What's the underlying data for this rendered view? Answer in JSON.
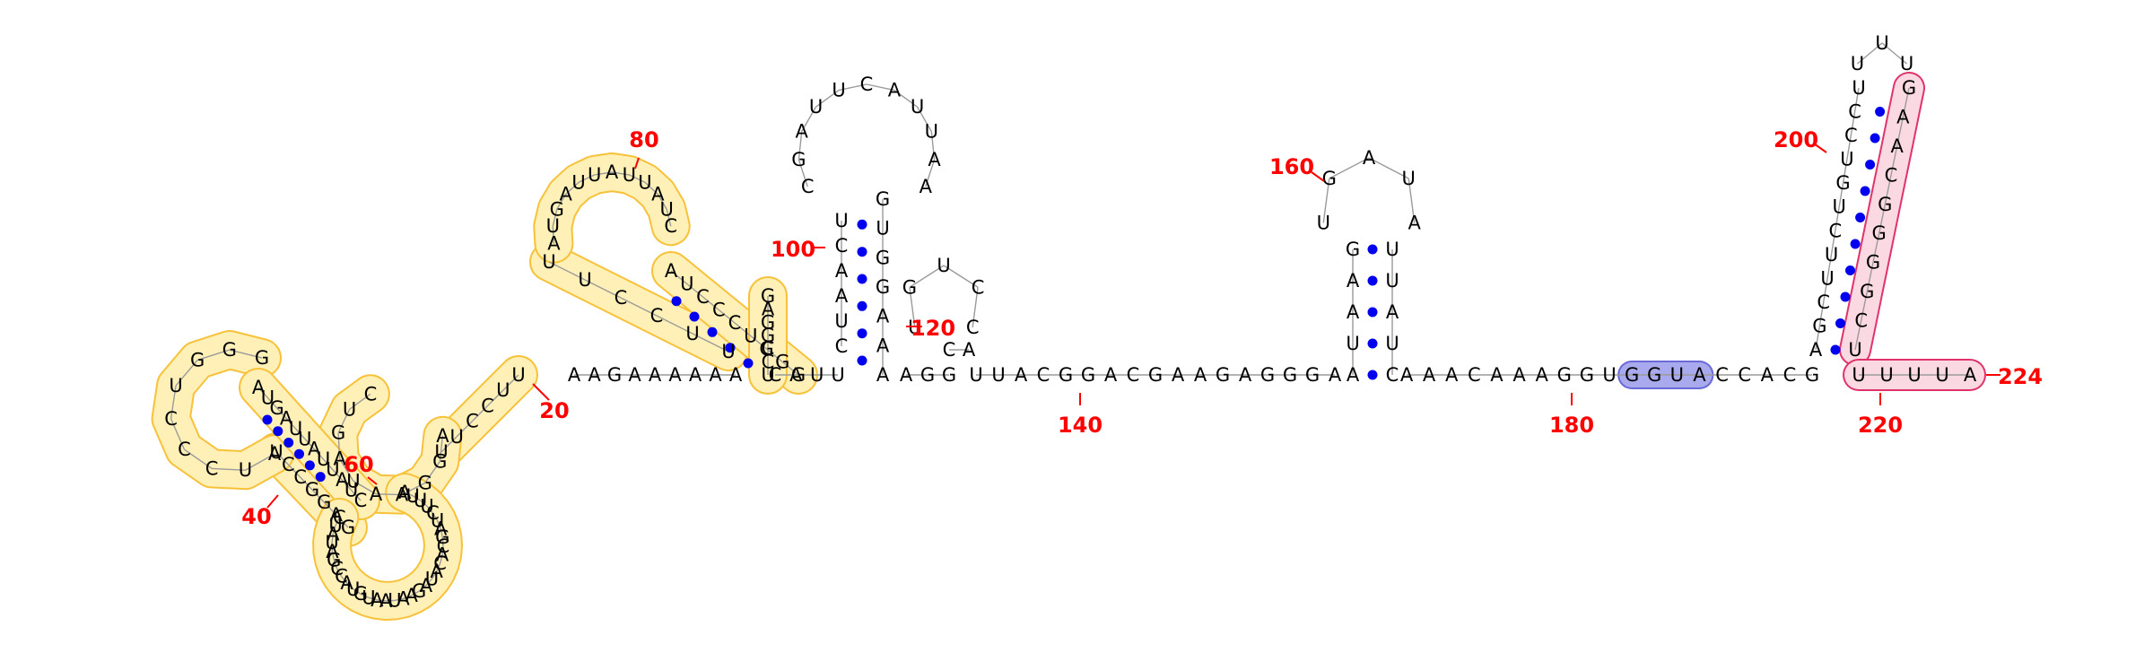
{
  "colors": {
    "background": "#ffffff",
    "nucleotide": "#000000",
    "backbone": "#9a9a9a",
    "pair_dot": "#0000ee",
    "number": "#ff0000",
    "highlight_yellow": "#fff0b8",
    "highlight_yellow_stroke": "#f7c23a",
    "highlight_pink": "#fbd9e2",
    "highlight_pink_stroke": "#e0336d",
    "highlight_blue": "#a9a9ee",
    "highlight_blue_stroke": "#6a6ad8"
  },
  "strands": [
    {
      "id": "tail5",
      "seq": "AAGAAAAAA"
    },
    {
      "id": "y1",
      "seq": "UUCCUU"
    },
    {
      "id": "y2",
      "seq": "AGGAAUAGUC"
    },
    {
      "id": "y3",
      "seq": "GAGGCCU"
    },
    {
      "id": "y4",
      "seq": "AUCCCUGGG"
    },
    {
      "id": "y5",
      "seq": "AUGAUUAUUAUC"
    },
    {
      "id": "y6",
      "seq": "AUUUCUAGCACAUAGAAUAAUGUACCGAUAUC"
    },
    {
      "id": "cau",
      "seq": "CAUU"
    },
    {
      "id": "h1_left",
      "seq": "CUAACU"
    },
    {
      "id": "h1_loop",
      "seq": "CGAUUCAUUAA"
    },
    {
      "id": "h1_right",
      "seq": "GUGGAAA"
    },
    {
      "id": "h2_a",
      "seq": "AGG"
    },
    {
      "id": "h2_loop",
      "seq": "UGUCC"
    },
    {
      "id": "h2_b",
      "seq": "AC"
    },
    {
      "id": "mid1",
      "seq": "UUACGGACGAAGAGGGA"
    },
    {
      "id": "h3_left",
      "seq": "AUAAG"
    },
    {
      "id": "h3_loop",
      "seq": "UGAUA"
    },
    {
      "id": "h3_right",
      "seq": "UUAUC"
    },
    {
      "id": "mid2",
      "seq": "AAACAAAGGUGGUACCACG"
    },
    {
      "id": "h4_left",
      "seq": "AGCUUCUGUCCU"
    },
    {
      "id": "h4_loop",
      "seq": "UUU"
    },
    {
      "id": "h4_right",
      "seq": "GAACGGGGCU"
    },
    {
      "id": "tail3",
      "seq": "UUUUA"
    }
  ],
  "numbers": [
    {
      "id": "n20",
      "text": "20"
    },
    {
      "id": "n40",
      "text": "40"
    },
    {
      "id": "n60",
      "text": "60"
    },
    {
      "id": "n80",
      "text": "80"
    },
    {
      "id": "n100",
      "text": "100"
    },
    {
      "id": "n120",
      "text": "120"
    },
    {
      "id": "n140",
      "text": "140"
    },
    {
      "id": "n160",
      "text": "160"
    },
    {
      "id": "n180",
      "text": "180"
    },
    {
      "id": "n200",
      "text": "200"
    },
    {
      "id": "n220",
      "text": "220"
    },
    {
      "id": "n224",
      "text": "224"
    }
  ]
}
